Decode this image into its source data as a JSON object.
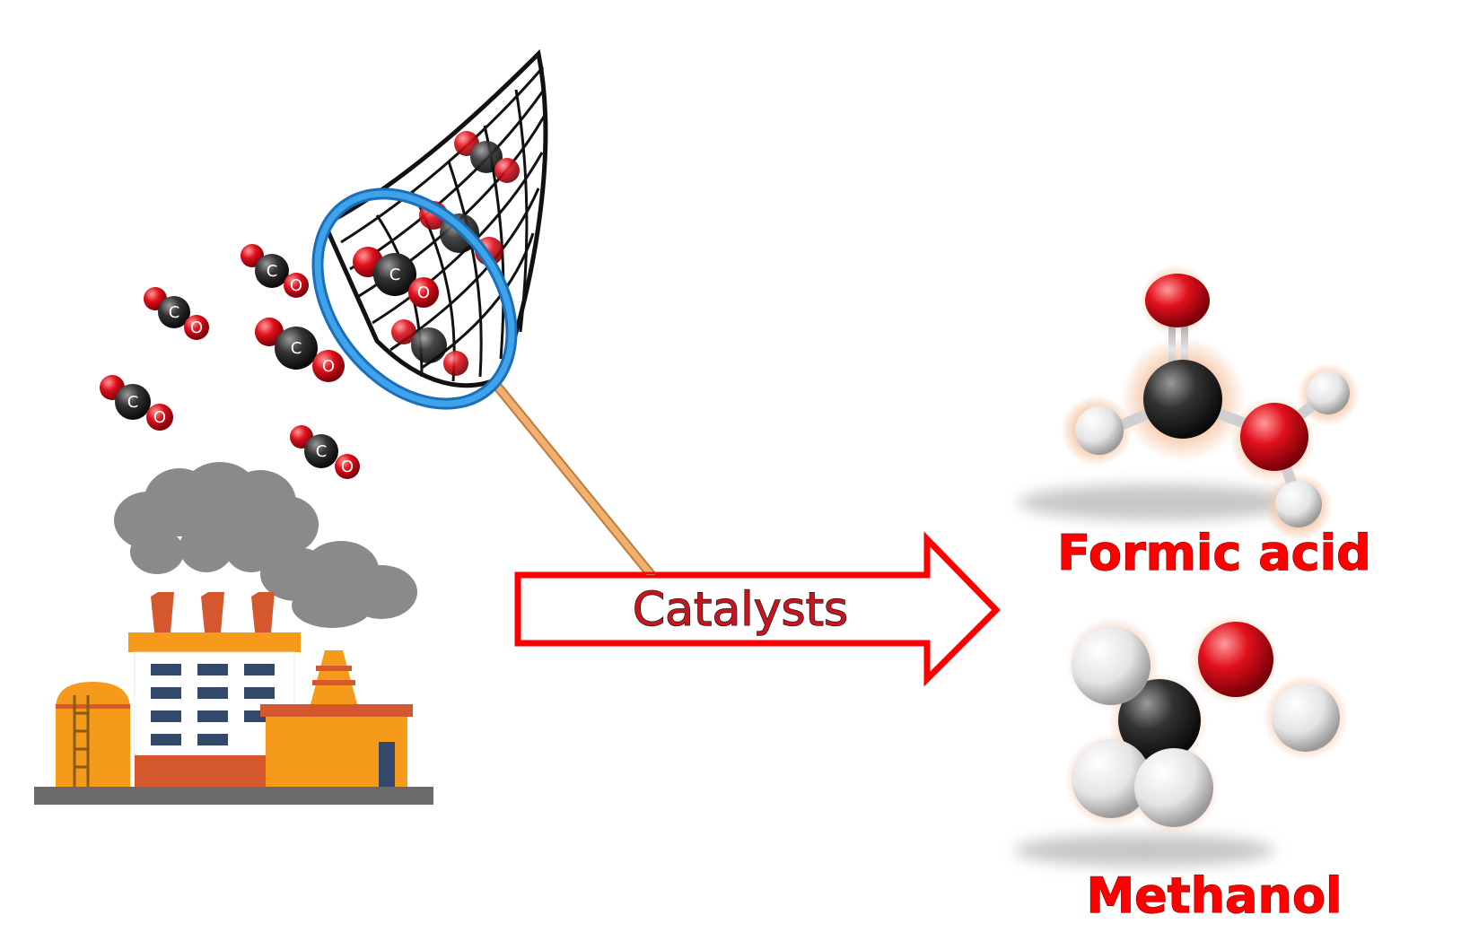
{
  "arrow": {
    "label": "Catalysts",
    "color": "#ff0000"
  },
  "products": [
    {
      "name": "Formic acid"
    },
    {
      "name": "Methanol"
    }
  ],
  "molecule_labels": {
    "carbon": "C",
    "oxygen": "O"
  },
  "colors": {
    "carbon": "#2a2a2a",
    "oxygen": "#e0101c",
    "hydrogen": "#f2f2f2",
    "net_rim": "#2a8fd8",
    "net_handle": "#e0a060",
    "smoke": "#8a8a8a",
    "factory_orange": "#f59a1a",
    "factory_red": "#d4572e"
  }
}
